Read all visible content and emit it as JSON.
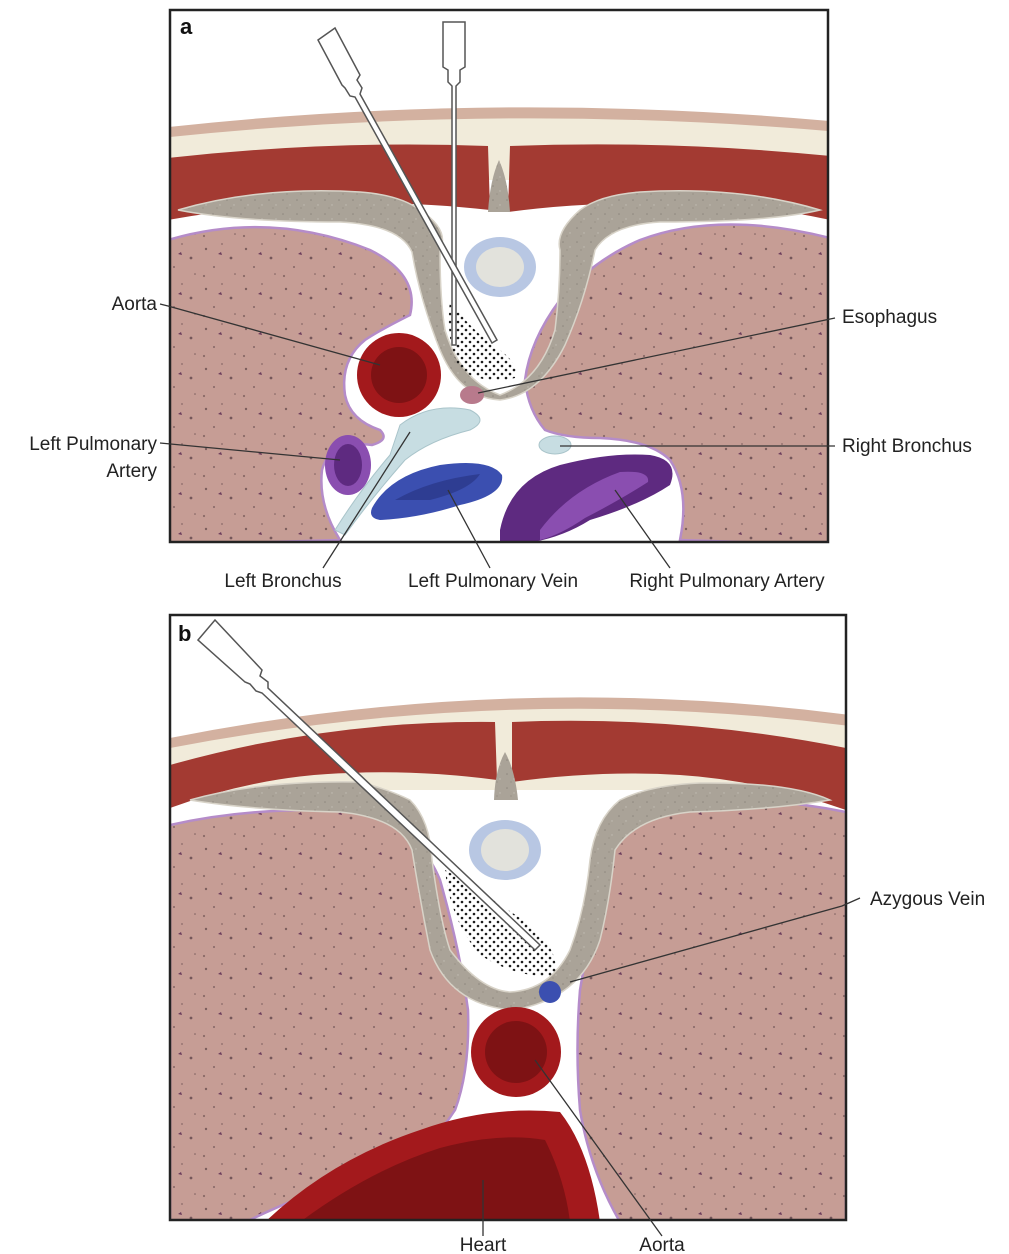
{
  "colors": {
    "skin": "#d3b1a0",
    "fat": "#f1ebda",
    "muscle": "#a33a32",
    "muscle_dark": "#7e2520",
    "bone": "#aaa398",
    "marrow": "#dfe0da",
    "cord_rim": "#b8c7e3",
    "lung": "#c69d95",
    "pleura": "#b58cc9",
    "aorta": "#a3191c",
    "aorta_dark": "#7e1214",
    "vein": "#3b4fb0",
    "pulm_artery": "#5e2a80",
    "pulm_artery_light": "#8a4eb0",
    "bronchus": "#c7dde2",
    "esophagus": "#b87a8c",
    "needle": "#ffffff"
  },
  "panel_a": {
    "letter": "a",
    "labels": {
      "aorta": "Aorta",
      "esophagus": "Esophagus",
      "left_pulmonary_artery_line1": "Left Pulmonary",
      "left_pulmonary_artery_line2": "Artery",
      "right_bronchus": "Right Bronchus",
      "left_bronchus": "Left Bronchus",
      "left_pulmonary_vein": "Left Pulmonary Vein",
      "right_pulmonary_artery": "Right Pulmonary Artery"
    }
  },
  "panel_b": {
    "letter": "b",
    "labels": {
      "azygous_vein": "Azygous Vein",
      "heart": "Heart",
      "aorta": "Aorta"
    }
  }
}
